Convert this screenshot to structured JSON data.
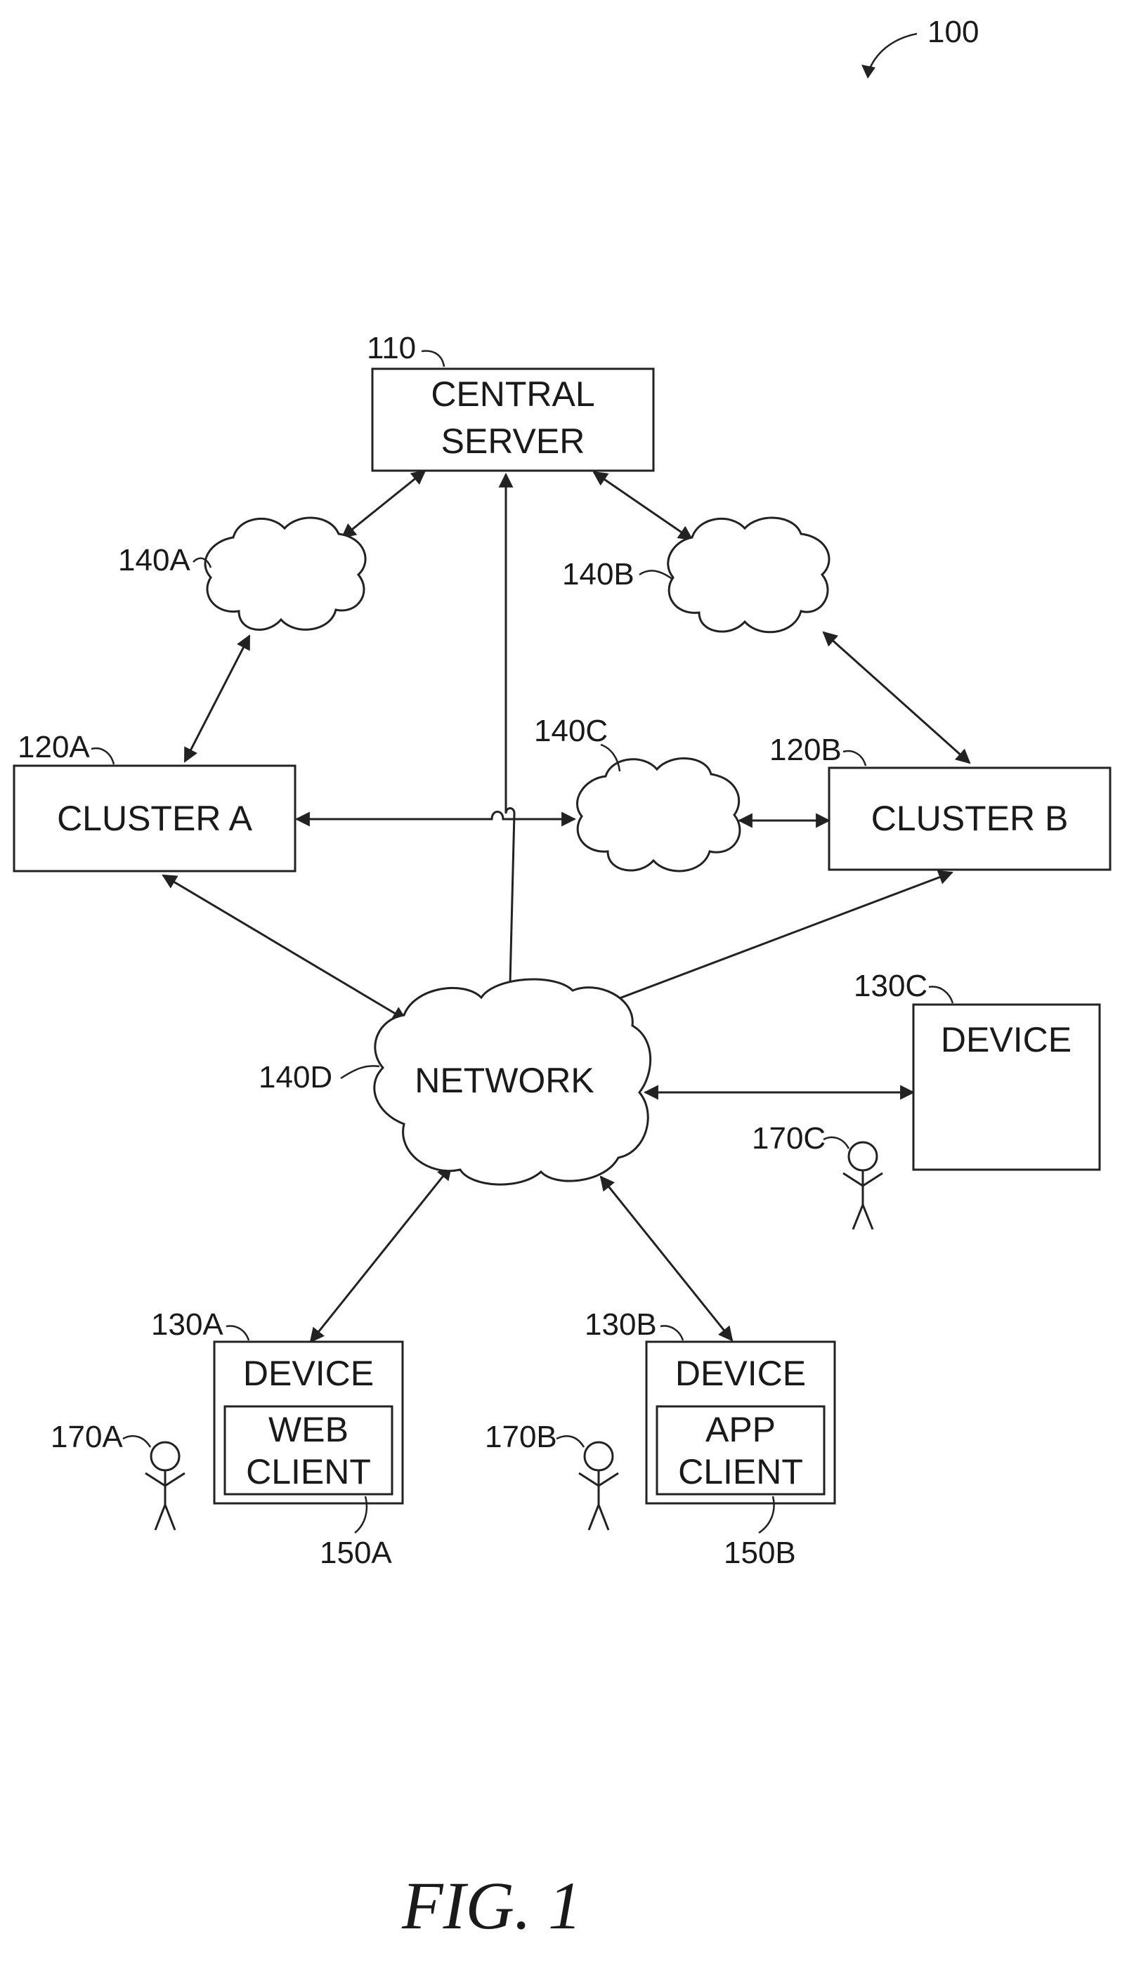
{
  "figure_ref": "100",
  "caption": "FIG. 1",
  "nodes": {
    "central_server": {
      "ref": "110",
      "line1": "CENTRAL",
      "line2": "SERVER"
    },
    "cluster_a": {
      "ref": "120A",
      "label": "CLUSTER A"
    },
    "cluster_b": {
      "ref": "120B",
      "label": "CLUSTER B"
    },
    "cloud_a": {
      "ref": "140A"
    },
    "cloud_b": {
      "ref": "140B"
    },
    "cloud_c": {
      "ref": "140C"
    },
    "network": {
      "ref": "140D",
      "label": "NETWORK"
    },
    "device_a": {
      "ref": "130A",
      "label": "DEVICE",
      "client_ref": "150A",
      "client_line1": "WEB",
      "client_line2": "CLIENT"
    },
    "device_b": {
      "ref": "130B",
      "label": "DEVICE",
      "client_ref": "150B",
      "client_line1": "APP",
      "client_line2": "CLIENT"
    },
    "device_c": {
      "ref": "130C",
      "label": "DEVICE"
    },
    "user_a": {
      "ref": "170A"
    },
    "user_b": {
      "ref": "170B"
    },
    "user_c": {
      "ref": "170C"
    }
  },
  "edges": [
    [
      "central_server",
      "cloud_a"
    ],
    [
      "central_server",
      "cloud_b"
    ],
    [
      "central_server",
      "network"
    ],
    [
      "cloud_a",
      "cluster_a"
    ],
    [
      "cloud_b",
      "cluster_b"
    ],
    [
      "cluster_a",
      "cloud_c"
    ],
    [
      "cloud_c",
      "cluster_b"
    ],
    [
      "cluster_a",
      "network"
    ],
    [
      "cluster_b",
      "network"
    ],
    [
      "network",
      "device_c"
    ],
    [
      "network",
      "device_a"
    ],
    [
      "network",
      "device_b"
    ]
  ]
}
